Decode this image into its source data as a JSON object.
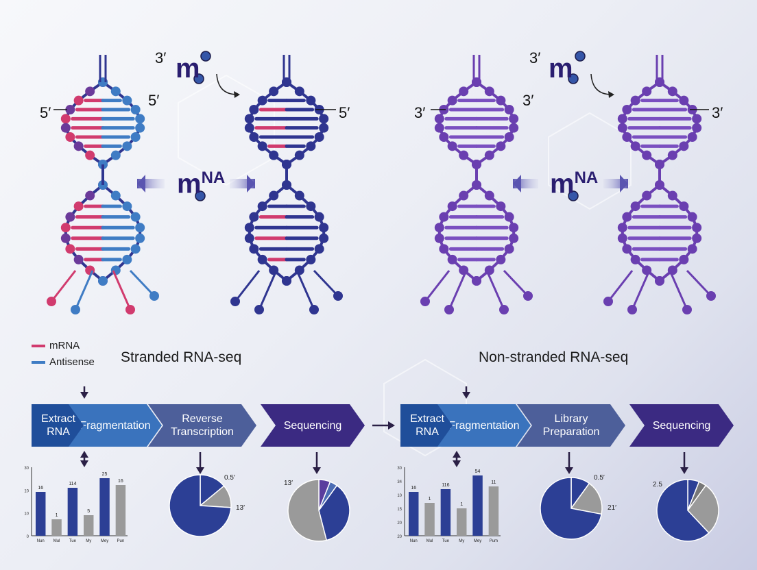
{
  "titles": {
    "left": "Stranded RNA-seq",
    "right": "Non-stranded RNA-seq"
  },
  "legend": [
    {
      "label": "mRNA",
      "color": "#d13b6e"
    },
    {
      "label": "Antisense",
      "color": "#3f7cc4"
    }
  ],
  "strand_labels": {
    "helix1_left": "5′",
    "helix1_right": "5′",
    "top1_prime": "3′",
    "top1_m": "m",
    "helix2_right": "5′",
    "top2_prime": "3′",
    "top2_m": "m",
    "helix3_left": "3′",
    "helix3_right": "3′",
    "helix4_right": "3′"
  },
  "center_labels": {
    "left": "m",
    "left_sup": "NA",
    "right": "m",
    "right_sup": "NA"
  },
  "workflow_left": [
    {
      "line1": "Extract",
      "line2": "RNA"
    },
    {
      "line1": "Fragmentation",
      "line2": ""
    },
    {
      "line1": "Reverse",
      "line2": "Transcription"
    },
    {
      "line1": "Sequencing",
      "line2": ""
    }
  ],
  "workflow_right": [
    {
      "line1": "Extract",
      "line2": "RNA"
    },
    {
      "line1": "Fragmentation",
      "line2": ""
    },
    {
      "line1": "Library",
      "line2": "Preparation"
    },
    {
      "line1": "Sequencing",
      "line2": ""
    }
  ],
  "colors": {
    "mrna": "#d13b6e",
    "antisense": "#3f7cc4",
    "navy": "#2f3590",
    "purple": "#6a3fb0",
    "step_dark": "#1f4e9a",
    "step_mid": "#3a73bd",
    "step_slate": "#4d5f9a",
    "step_seq": "#3b2a82",
    "bar_blue": "#2c3f95",
    "bar_gray": "#9a9a9a"
  },
  "chart_data": [
    {
      "type": "bar",
      "yticks": [
        "30",
        "10",
        "10",
        "0"
      ],
      "x_tick_labels": [
        "Nun",
        "Mul",
        "Tue",
        "My",
        "Mey",
        "Pun"
      ],
      "bar_labels": [
        "16",
        "1",
        "114",
        "5",
        "25",
        "16"
      ],
      "values": [
        16,
        6,
        17.5,
        7.5,
        21,
        18.5
      ],
      "ylim": [
        0,
        25
      ]
    },
    {
      "type": "pie",
      "slice_labels": [
        "0.5′",
        "13′"
      ],
      "values": [
        0.14,
        0.12,
        0.74
      ],
      "slice_colors": [
        "#2c3f95",
        "#9a9a9a",
        "#2c3f95"
      ]
    },
    {
      "type": "pie",
      "slice_labels": [
        "13′"
      ],
      "values": [
        0.06,
        0.04,
        0.36,
        0.54
      ],
      "slice_colors": [
        "#5a3e9e",
        "#4b6cb4",
        "#2c3f95",
        "#9a9a9a"
      ]
    },
    {
      "type": "bar",
      "yticks": [
        "30",
        "34",
        "10",
        "15",
        "20",
        "20"
      ],
      "x_tick_labels": [
        "Nun",
        "Mul",
        "Tue",
        "My",
        "Mey",
        "Pum"
      ],
      "bar_labels": [
        "16",
        "1",
        "116",
        "1",
        "54",
        "11"
      ],
      "values": [
        16,
        12,
        17,
        10,
        22,
        18
      ],
      "ylim": [
        0,
        25
      ]
    },
    {
      "type": "pie",
      "slice_labels": [
        "0.5′",
        "21′"
      ],
      "values": [
        0.1,
        0.18,
        0.72
      ],
      "slice_colors": [
        "#2c3f95",
        "#9a9a9a",
        "#2c3f95"
      ]
    },
    {
      "type": "pie",
      "slice_labels": [
        "2.5"
      ],
      "values": [
        0.06,
        0.04,
        0.28,
        0.62
      ],
      "slice_colors": [
        "#2c3f95",
        "#777777",
        "#9a9a9a",
        "#2c3f95"
      ]
    }
  ]
}
